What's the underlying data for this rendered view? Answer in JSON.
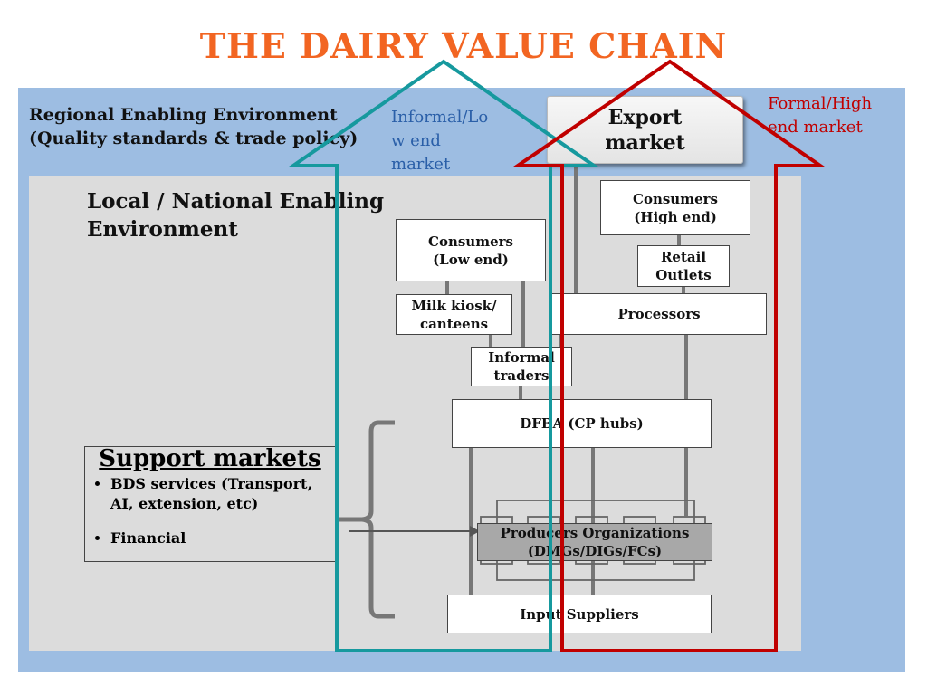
{
  "title": "THE DAIRY VALUE CHAIN",
  "regional_env": {
    "line1": "Regional Enabling Environment",
    "line2": "(Quality standards & trade policy)"
  },
  "local_env": {
    "line1": "Local / National Enabling",
    "line2": "Environment"
  },
  "export_market": {
    "line1": "Export",
    "line2": "market"
  },
  "arrows": {
    "informal": {
      "line1": "Informal/Lo",
      "line2": "w end",
      "line3": "market",
      "color": "#16999e"
    },
    "formal": {
      "line1": "Formal/High",
      "line2": "end market",
      "color": "#c00000"
    }
  },
  "nodes": {
    "consumers_high": {
      "line1": "Consumers",
      "line2": "(High end)"
    },
    "retail_outlets": {
      "line1": "Retail",
      "line2": "Outlets"
    },
    "consumers_low": {
      "line1": "Consumers",
      "line2": "(Low end)"
    },
    "milk_kiosk": {
      "line1": "Milk kiosk/",
      "line2": "canteens"
    },
    "processors": {
      "label": "Processors"
    },
    "informal_traders": {
      "line1": "Informal",
      "line2": "traders"
    },
    "dfba": {
      "label": "DFBA (CP hubs)"
    },
    "producers": {
      "line1": "Producers Organizations",
      "line2": "(DMGs/DIGs/FCs)"
    },
    "input_suppliers": {
      "label": "Input Suppliers"
    }
  },
  "support_markets": {
    "title": "Support markets",
    "items": [
      "BDS services (Transport, AI, extension, etc)",
      "Financial"
    ]
  },
  "colors": {
    "title": "#f26522",
    "regional_bg": "#9dbde2",
    "local_bg": "#dcdcdc",
    "teal_arrow": "#16999e",
    "red_arrow": "#c00000"
  }
}
